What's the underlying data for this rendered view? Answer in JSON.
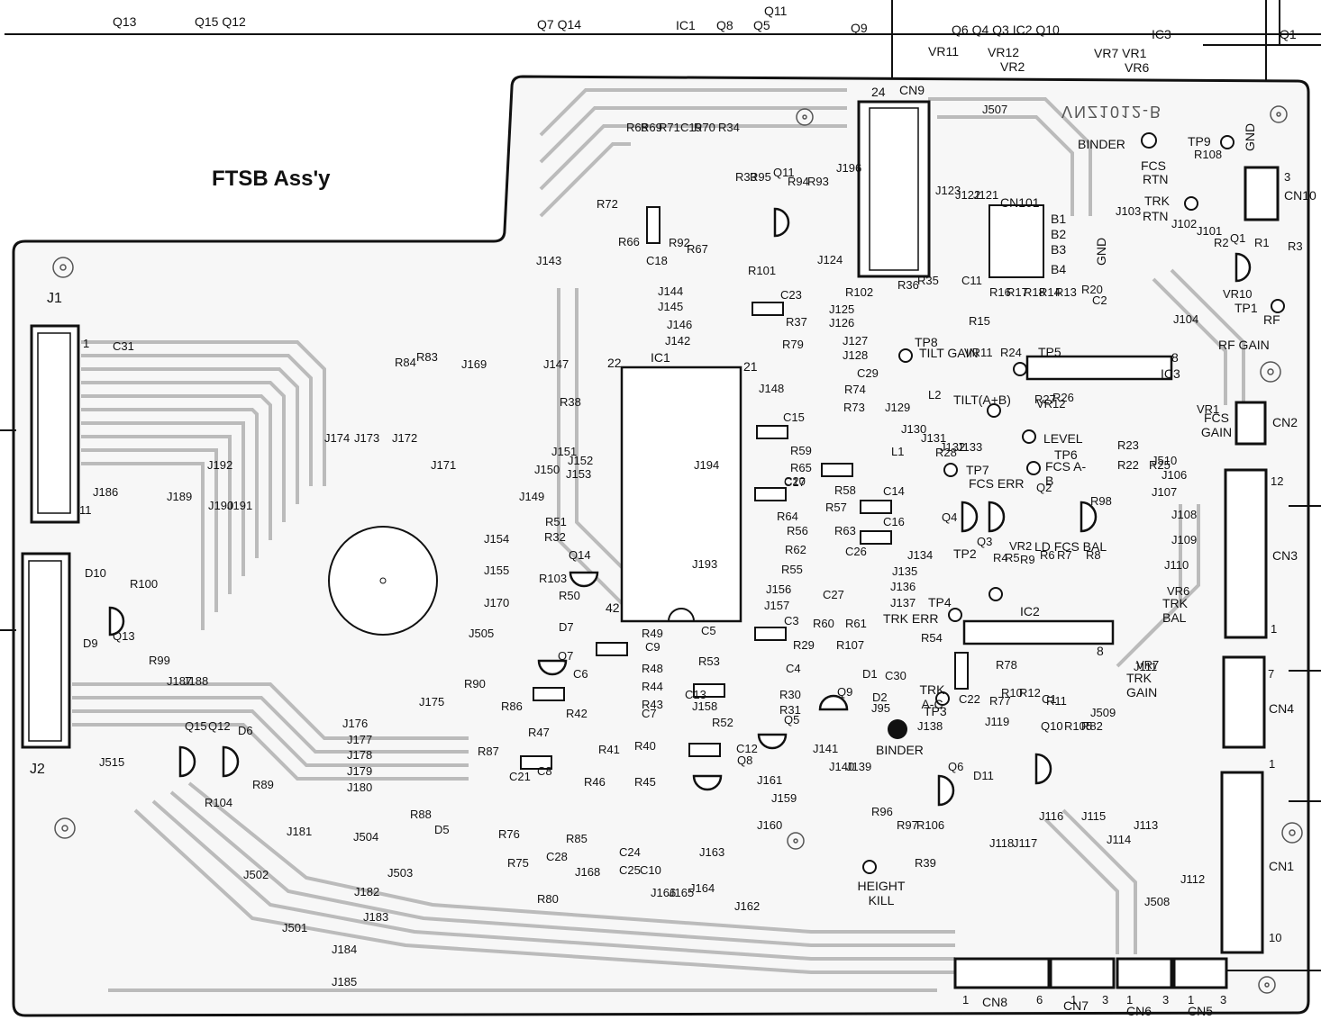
{
  "board_title": "FTSB Ass'y",
  "part_number": "VNZ1012-B",
  "top_labels": {
    "q13": "Q13",
    "q15_q12": "Q15 Q12",
    "q7_q14": "Q7 Q14",
    "ic1": "IC1",
    "q8": "Q8",
    "q5": "Q5",
    "q11": "Q11",
    "q9": "Q9",
    "row1": "Q6 Q4 Q3 IC2 Q10",
    "ic3": "IC3",
    "q1": "Q1",
    "vr11": "VR11",
    "vr12": "VR12",
    "vr2": "VR2",
    "vr7_vr1": "VR7 VR1",
    "vr6": "VR6"
  },
  "connectors": {
    "cn9": "CN9",
    "cn101": "CN101",
    "cn10": "CN10",
    "cn2": "CN2",
    "cn3": "CN3",
    "cn4": "CN4",
    "cn1": "CN1",
    "cn8": "CN8",
    "cn7": "CN7",
    "cn6": "CN6",
    "cn5": "CN5",
    "j1": "J1",
    "j2": "J2"
  },
  "test_points": {
    "binder_top": "BINDER",
    "tp9": "TP9",
    "gnd_top": "GND",
    "fcs": "FCS",
    "rtn1": "RTN",
    "trk": "TRK",
    "rtn2": "RTN",
    "tp1": "TP1",
    "rf": "RF",
    "rf_gain": "RF GAIN",
    "tilt_gain": "TILT GAIN",
    "tilt_ab": "TILT(A+B)",
    "fcs_gain": "FCS GAIN",
    "level": "LEVEL",
    "fcs_err": "FCS ERR",
    "fcs_ab": "FCS A-B",
    "ld_fcs_bal": "LD FCS BAL",
    "trk_bal": "TRK BAL",
    "trk_gain": "TRK GAIN",
    "trk_err": "TRK ERR",
    "binder_mid": "BINDER",
    "height_kill": "HEIGHT KILL",
    "tp2": "TP2",
    "tp3": "TP3",
    "tp4": "TP4",
    "tp5": "TP5",
    "tp6": "TP6",
    "tp7": "TP7",
    "tp8": "TP8",
    "trk_ac": "TRK A-C"
  },
  "components": {
    "ic1": "IC1",
    "ic2": "IC2",
    "ic3": "IC3",
    "pin22": "22",
    "pin42": "42",
    "pin21": "21",
    "pin8": "8",
    "pin24": "24",
    "b1": "B1",
    "b2": "B2",
    "b3": "B3",
    "b4": "B4",
    "gnd_b": "GND"
  },
  "jumpers_left": [
    "J143",
    "J147",
    "J169",
    "J174",
    "J173",
    "J172",
    "J171",
    "J192",
    "J186",
    "J189",
    "J190",
    "J191",
    "J154",
    "J155",
    "J170",
    "J505",
    "J175",
    "J176",
    "J177",
    "J178",
    "J179",
    "J180",
    "J181",
    "J504",
    "J503",
    "J502",
    "J182",
    "J183",
    "J501",
    "J184",
    "J185",
    "J515",
    "J187",
    "J188"
  ],
  "jumpers_center": [
    "J144",
    "J145",
    "J146",
    "J142",
    "J148",
    "J194",
    "J193",
    "J156",
    "J157",
    "J158",
    "J150",
    "J151",
    "J152",
    "J153",
    "J149",
    "J168",
    "J166",
    "J165",
    "J164",
    "J163",
    "J162",
    "J161",
    "J160",
    "J159",
    "J141",
    "J140",
    "J139",
    "J138",
    "J95"
  ],
  "jumpers_right": [
    "J507",
    "J196",
    "J123",
    "J122",
    "J121",
    "J124",
    "J125",
    "J126",
    "J127",
    "J128",
    "J129",
    "J130",
    "J131",
    "J132",
    "J133",
    "J134",
    "J135",
    "J136",
    "J137",
    "J103",
    "J102",
    "J101",
    "J104",
    "J106",
    "J107",
    "J108",
    "J109",
    "J110",
    "J111",
    "J509",
    "J510",
    "J119",
    "J118",
    "J117",
    "J116",
    "J115",
    "J114",
    "J113",
    "J112",
    "J508"
  ],
  "resistors": [
    "R68",
    "R69",
    "R71",
    "R70",
    "R34",
    "R72",
    "R66",
    "R92",
    "R67",
    "R33",
    "R95",
    "R94",
    "R93",
    "R101",
    "R102",
    "R36",
    "R35",
    "R37",
    "R79",
    "R74",
    "R73",
    "R84",
    "R83",
    "R38",
    "R51",
    "R32",
    "R103",
    "R50",
    "R49",
    "R48",
    "R44",
    "R43",
    "R42",
    "R41",
    "R40",
    "R46",
    "R45",
    "R47",
    "R86",
    "R87",
    "R90",
    "R53",
    "R52",
    "R30",
    "R31",
    "R29",
    "R60",
    "R61",
    "R107",
    "R59",
    "R65",
    "R58",
    "R57",
    "R64",
    "R56",
    "R63",
    "R62",
    "R55",
    "R99",
    "R100",
    "R104",
    "R89",
    "R88",
    "R76",
    "R75",
    "R85",
    "R80",
    "R16",
    "R17",
    "R18",
    "R14",
    "R13",
    "R20",
    "R15",
    "R24",
    "R27",
    "R26",
    "R23",
    "R22",
    "R25",
    "R28",
    "R4",
    "R5",
    "R9",
    "R6",
    "R7",
    "R8",
    "R98",
    "R54",
    "R77",
    "R10",
    "R12",
    "R11",
    "R105",
    "R82",
    "R78",
    "R96",
    "R97",
    "R106",
    "R39",
    "R108",
    "R1",
    "R2",
    "R3"
  ],
  "capacitors": [
    "C19",
    "C18",
    "C23",
    "C29",
    "C15",
    "C17",
    "C20",
    "C14",
    "C16",
    "C26",
    "C27",
    "C3",
    "C4",
    "C5",
    "C9",
    "C6",
    "C7",
    "C13",
    "C12",
    "C8",
    "C21",
    "C28",
    "C24",
    "C25",
    "C10",
    "C11",
    "C2",
    "C22",
    "C1",
    "C30",
    "C31"
  ],
  "semis": [
    "Q11",
    "Q14",
    "Q7",
    "Q5",
    "Q8",
    "Q9",
    "Q15",
    "Q12",
    "Q13",
    "Q4",
    "Q3",
    "Q2",
    "Q6",
    "Q10",
    "Q1",
    "D1",
    "D2",
    "D5",
    "D6",
    "D7",
    "D9",
    "D10",
    "D11",
    "L1",
    "L2"
  ],
  "pots": [
    "VR1",
    "VR2",
    "VR6",
    "VR7",
    "VR10",
    "VR11",
    "VR12"
  ],
  "pin_marks": [
    "1",
    "11",
    "3",
    "12",
    "1",
    "7",
    "1",
    "10",
    "1",
    "6",
    "1",
    "3",
    "1",
    "3",
    "1",
    "3"
  ]
}
